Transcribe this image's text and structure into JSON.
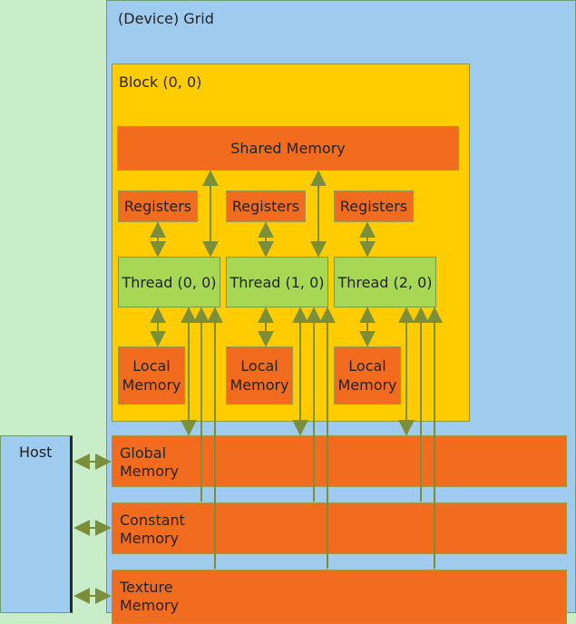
{
  "grid": {
    "title": "(Device) Grid"
  },
  "host": {
    "title": "Host"
  },
  "block": {
    "title": "Block (0, 0)"
  },
  "shared_memory": {
    "label": "Shared Memory"
  },
  "registers": [
    {
      "label": "Registers"
    },
    {
      "label": "Registers"
    },
    {
      "label": "Registers"
    }
  ],
  "threads": [
    {
      "label": "Thread (0, 0)"
    },
    {
      "label": "Thread (1, 0)"
    },
    {
      "label": "Thread (2, 0)"
    }
  ],
  "local_memory": [
    {
      "line1": "Local",
      "line2": "Memory"
    },
    {
      "line1": "Local",
      "line2": "Memory"
    },
    {
      "line1": "Local",
      "line2": "Memory"
    }
  ],
  "global_memory": {
    "line1": "Global",
    "line2": "Memory"
  },
  "constant_memory": {
    "line1": "Constant",
    "line2": "Memory"
  },
  "texture_memory": {
    "line1": "Texture",
    "line2": "Memory"
  },
  "colors": {
    "connector": "#7b8f3a",
    "memory": "#f26c1f",
    "thread": "#a6d855",
    "block": "#ffcc00",
    "grid": "#9fcbee"
  }
}
